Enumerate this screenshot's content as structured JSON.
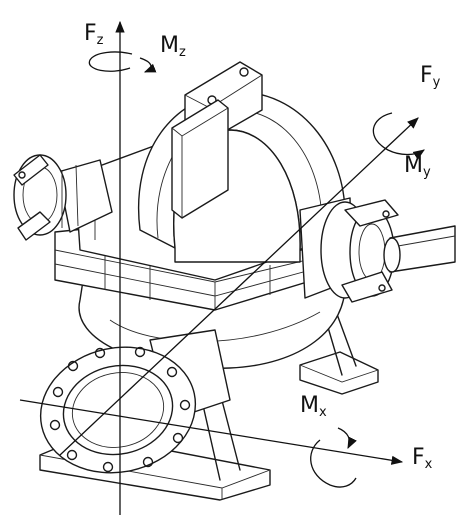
{
  "diagram": {
    "labels": {
      "fz": {
        "main": "F",
        "sub": "z"
      },
      "mz": {
        "main": "M",
        "sub": "z"
      },
      "fy": {
        "main": "F",
        "sub": "y"
      },
      "my": {
        "main": "M",
        "sub": "y"
      },
      "mx": {
        "main": "M",
        "sub": "x"
      },
      "fx": {
        "main": "F",
        "sub": "x"
      }
    },
    "colors": {
      "ink": "#1a1a1a",
      "background": "#ffffff"
    }
  }
}
